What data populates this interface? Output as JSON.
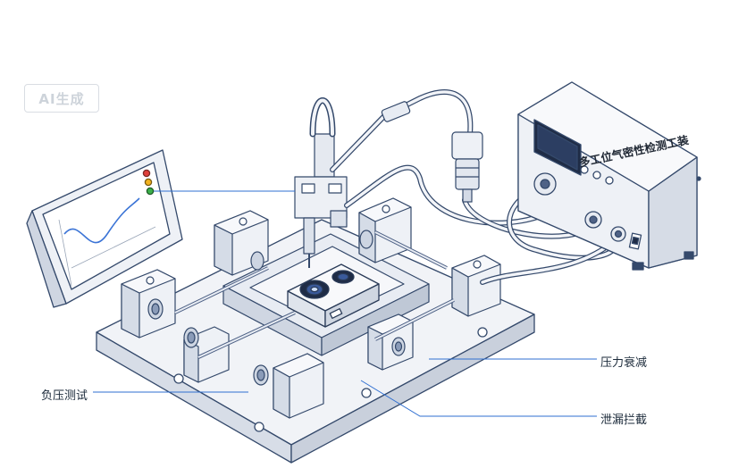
{
  "watermark": "AI生成",
  "labels": {
    "pressure_decay": "压力衰减",
    "negative_pressure_test": "负压测试",
    "leak_interception": "泄漏拦截"
  },
  "tester": {
    "title": "多工位气密性检测工装"
  },
  "colors": {
    "outline": "#34496b",
    "fill_light": "#eef1f6",
    "fill_mid": "#dde3ec",
    "accent_blue": "#2f6fd1",
    "led_red": "#e0403a",
    "led_yellow": "#f2b21e",
    "led_green": "#3bb04a"
  },
  "icons": [
    "monitor-icon",
    "pressure-tester-icon",
    "camera-device-icon",
    "pneumatic-fitting-icon"
  ]
}
